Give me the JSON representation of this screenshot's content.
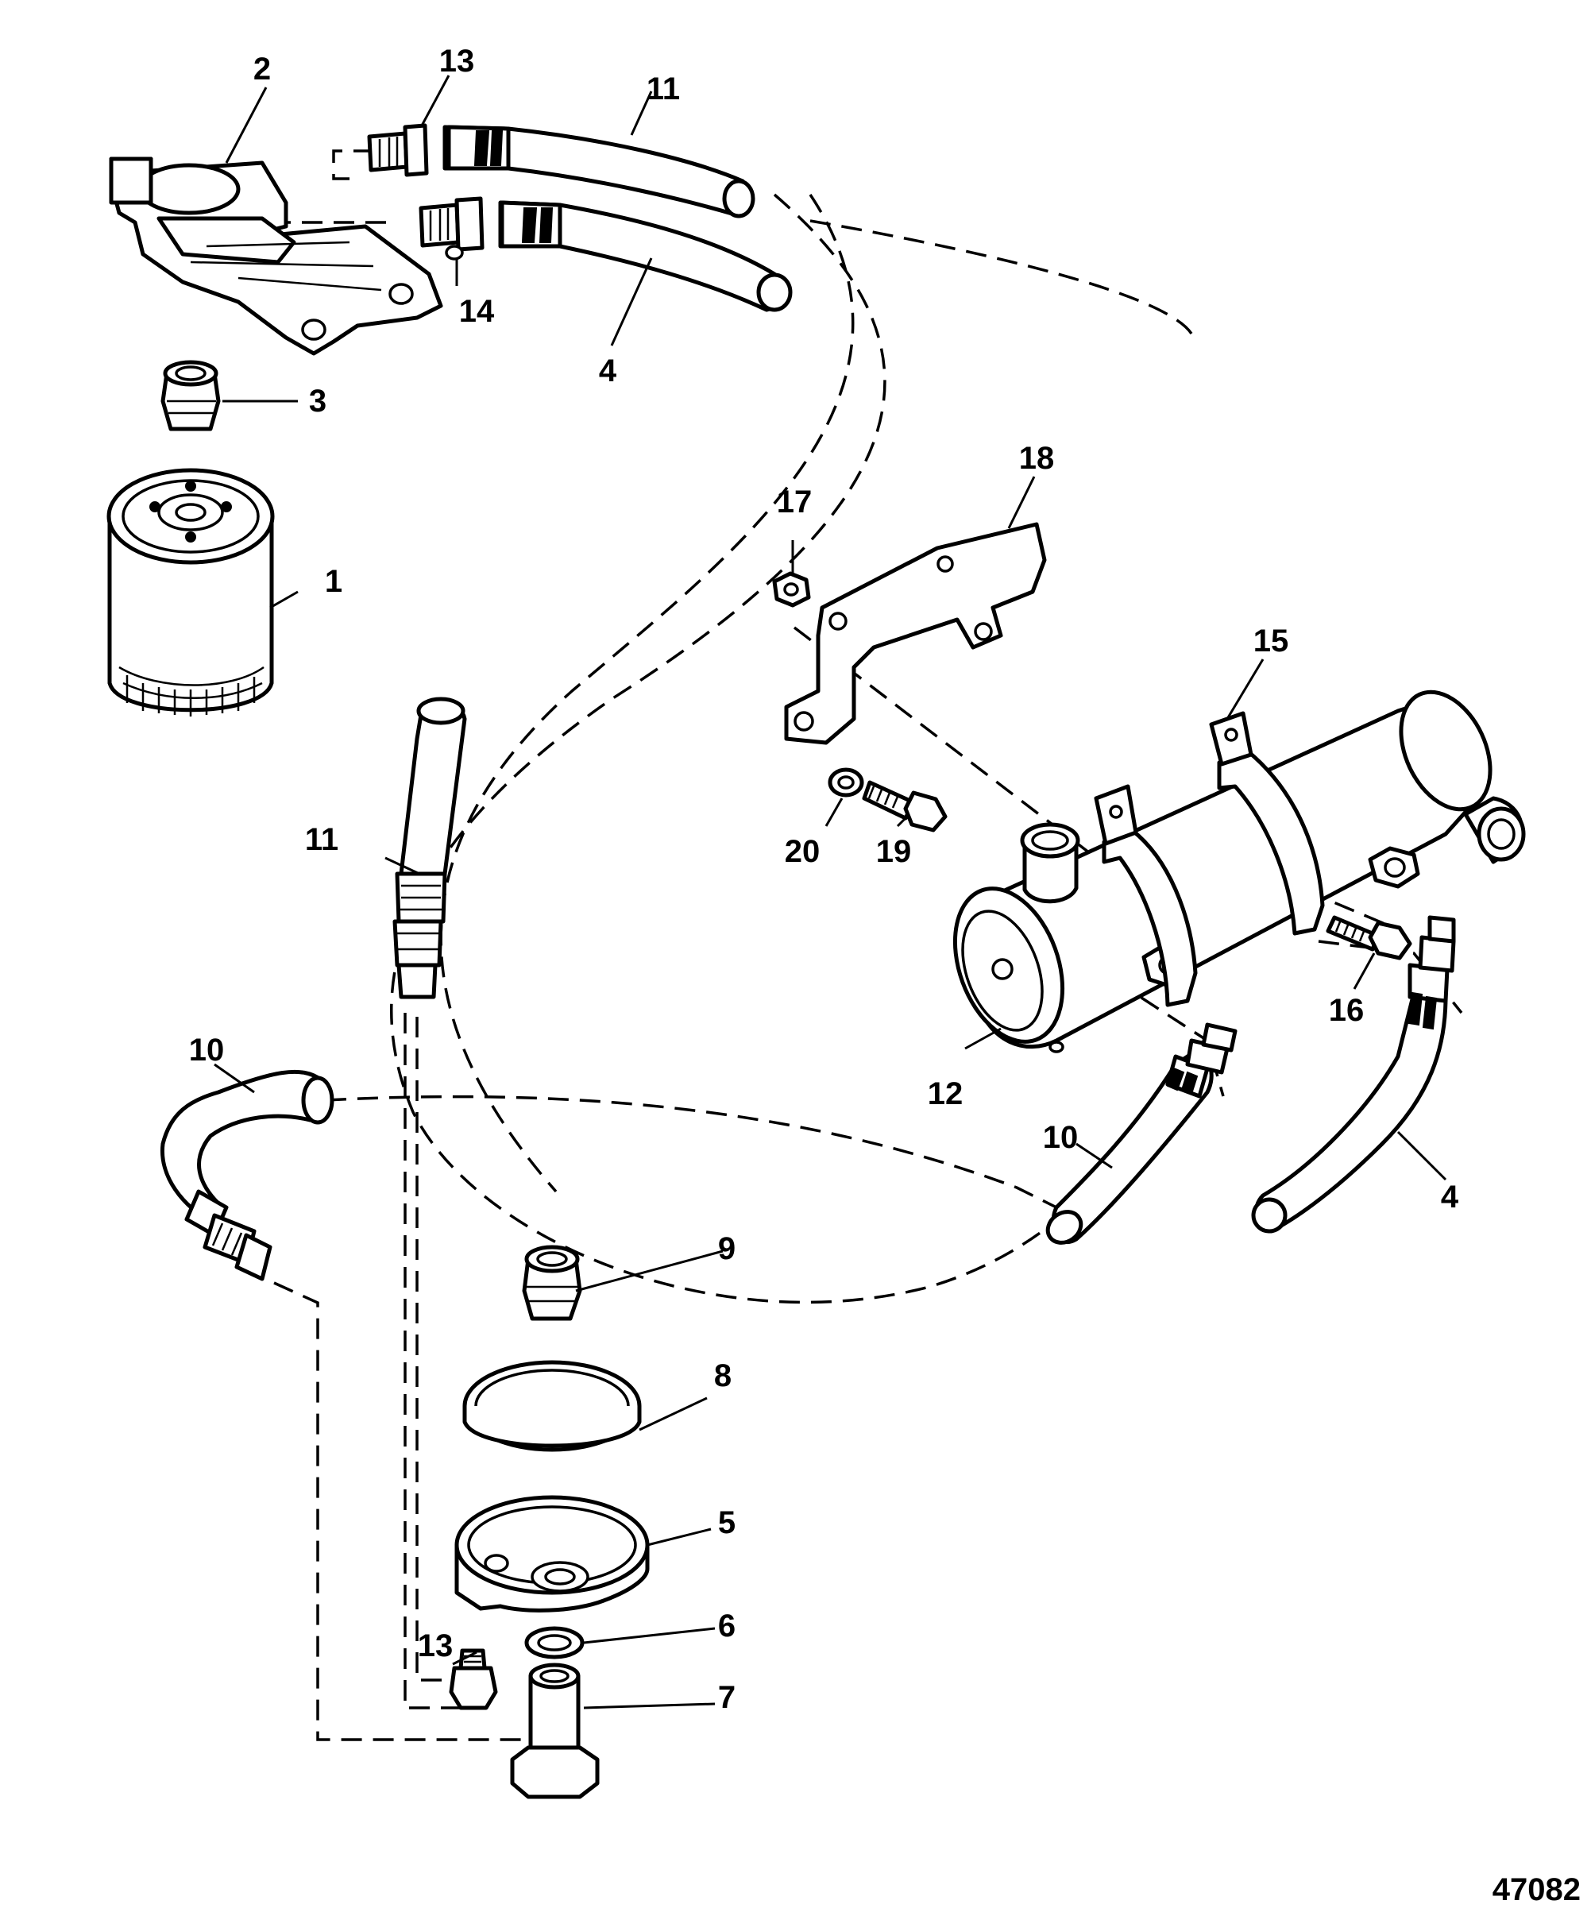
{
  "diagram": {
    "callouts": {
      "c1": "1",
      "c2": "2",
      "c3": "3",
      "c4a": "4",
      "c4b": "4",
      "c5": "5",
      "c6": "6",
      "c7": "7",
      "c8": "8",
      "c9": "9",
      "c10a": "10",
      "c10b": "10",
      "c11a": "11",
      "c11b": "11",
      "c12": "12",
      "c13a": "13",
      "c13b": "13",
      "c14": "14",
      "c15": "15",
      "c16": "16",
      "c17": "17",
      "c18": "18",
      "c19": "19",
      "c20": "20"
    },
    "document_number": "47082"
  }
}
